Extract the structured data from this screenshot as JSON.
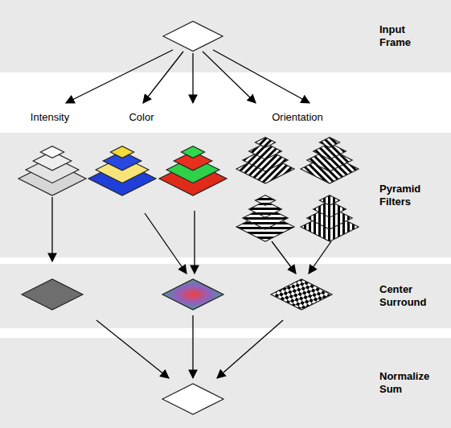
{
  "diagram": {
    "nodes": [
      {
        "text": [
          "Input Frame"
        ]
      },
      {
        "text": [
          "Pyramid Filters"
        ]
      },
      {
        "text": [
          "Center Surround"
        ]
      },
      {
        "text": [
          "Normalize Sum"
        ]
      }
    ],
    "labels": [
      "Intensity",
      "Color",
      "Orientation"
    ]
  }
}
